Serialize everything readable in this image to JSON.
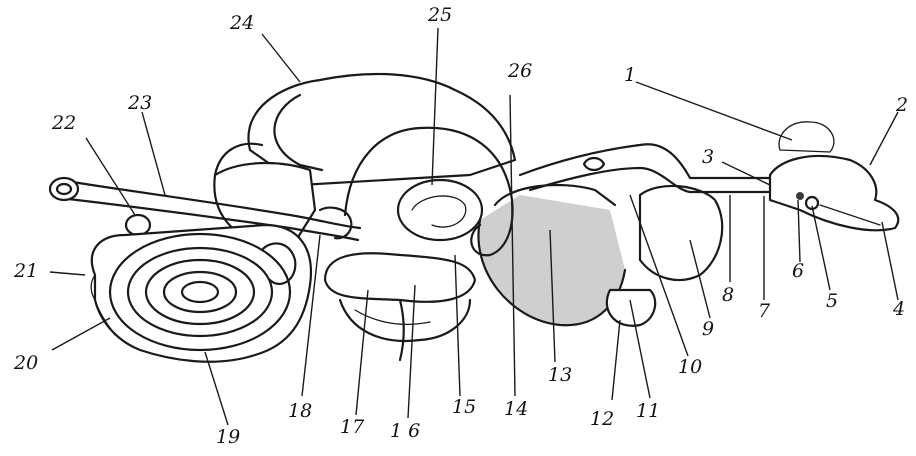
{
  "labels": [
    "1",
    "2",
    "3",
    "4",
    "5",
    "6",
    "7",
    "8",
    "9",
    "10",
    "11",
    "12",
    "13",
    "14",
    "15",
    "1 6",
    "17",
    "18",
    "19",
    "20",
    "21",
    "22",
    "23",
    "24",
    "25",
    "26"
  ]
}
